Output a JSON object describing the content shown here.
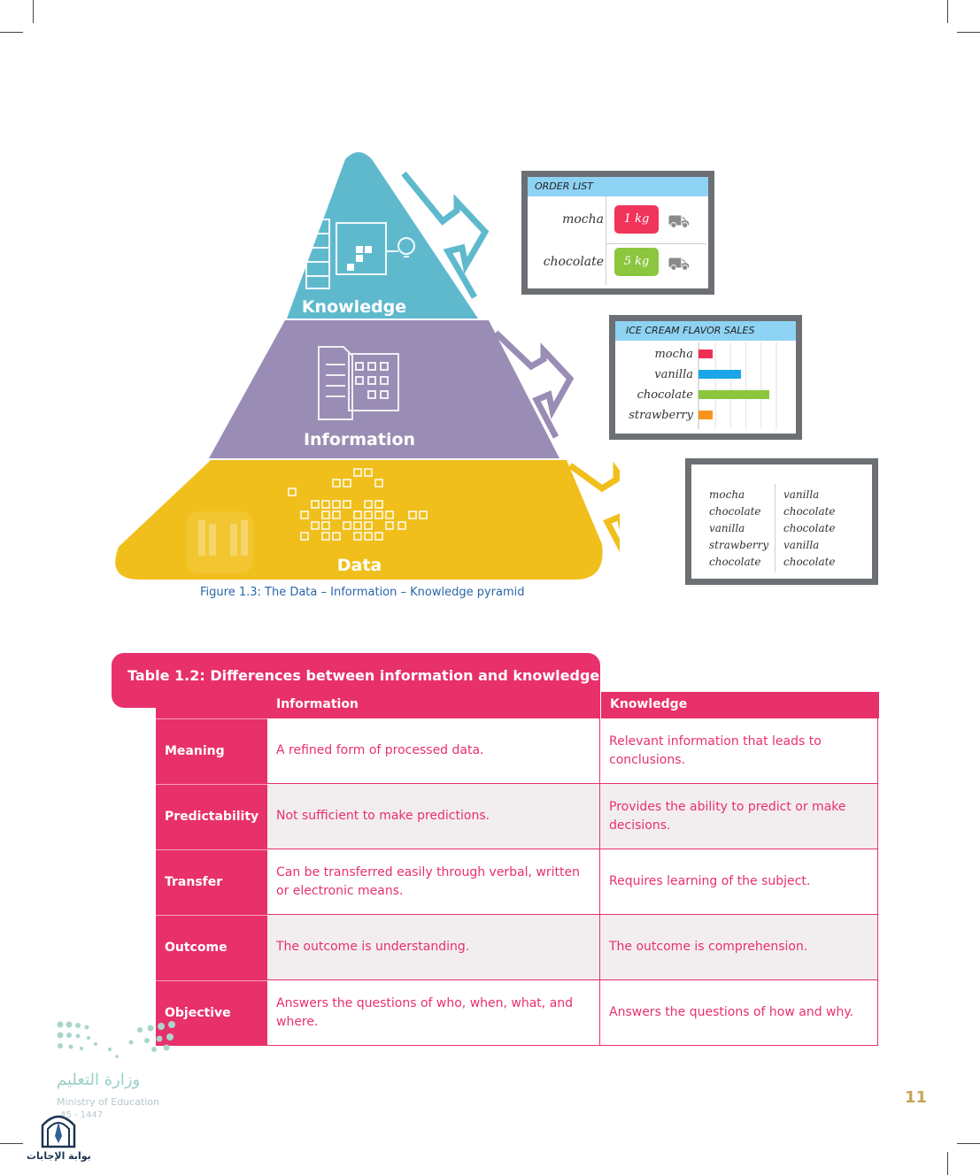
{
  "pyramid": {
    "levels": [
      "Knowledge",
      "Information",
      "Data"
    ],
    "caption": "Figure 1.3: The Data – Information – Knowledge pyramid",
    "colors": {
      "knowledge": "#5fb9cd",
      "information": "#9a8db5",
      "data": "#f0bf1c"
    }
  },
  "order_list": {
    "title": "ORDER LIST",
    "items": [
      {
        "name": "mocha",
        "qty": "1 kg",
        "color": "#f0345a"
      },
      {
        "name": "chocolate",
        "qty": "5 kg",
        "color": "#8cc63f"
      }
    ]
  },
  "sales_chart": {
    "title": "ICE CREAM FLAVOR SALES"
  },
  "chart_data": {
    "type": "bar",
    "title": "ICE CREAM FLAVOR SALES",
    "categories": [
      "mocha",
      "vanilla",
      "chocolate",
      "strawberry"
    ],
    "values": [
      1,
      3,
      5,
      1
    ],
    "colors": [
      "#ee3152",
      "#1ba6e8",
      "#8cc63f",
      "#f7941d"
    ]
  },
  "data_list": {
    "col1": [
      "mocha",
      "chocolate",
      "vanilla",
      "strawberry",
      "chocolate"
    ],
    "col2": [
      "vanilla",
      "chocolate",
      "chocolate",
      "vanilla",
      "chocolate"
    ]
  },
  "table": {
    "title": "Table 1.2: Differences between information and knowledge",
    "headers": [
      "Information",
      "Knowledge"
    ],
    "rows": [
      {
        "label": "Meaning",
        "information": "A refined form of processed data.",
        "knowledge": "Relevant information that leads to conclusions."
      },
      {
        "label": "Predictability",
        "information": "Not sufficient to make predictions.",
        "knowledge": "Provides the ability to predict or make decisions."
      },
      {
        "label": "Transfer",
        "information": "Can be transferred easily through verbal, written or electronic means.",
        "knowledge": "Requires learning of the subject."
      },
      {
        "label": "Outcome",
        "information": "The outcome is understanding.",
        "knowledge": "The outcome is comprehension."
      },
      {
        "label": "Objective",
        "information": "Answers the questions of who, when, what, and where.",
        "knowledge": "Answers the questions of how and why."
      }
    ],
    "accent": "#e8306b"
  },
  "footer": {
    "page_number": "11",
    "ministry_ar": "وزارة التعليم",
    "ministry_en": "Ministry of Education",
    "year": "45 - 1447",
    "portal": "بوابة الإجابات"
  }
}
